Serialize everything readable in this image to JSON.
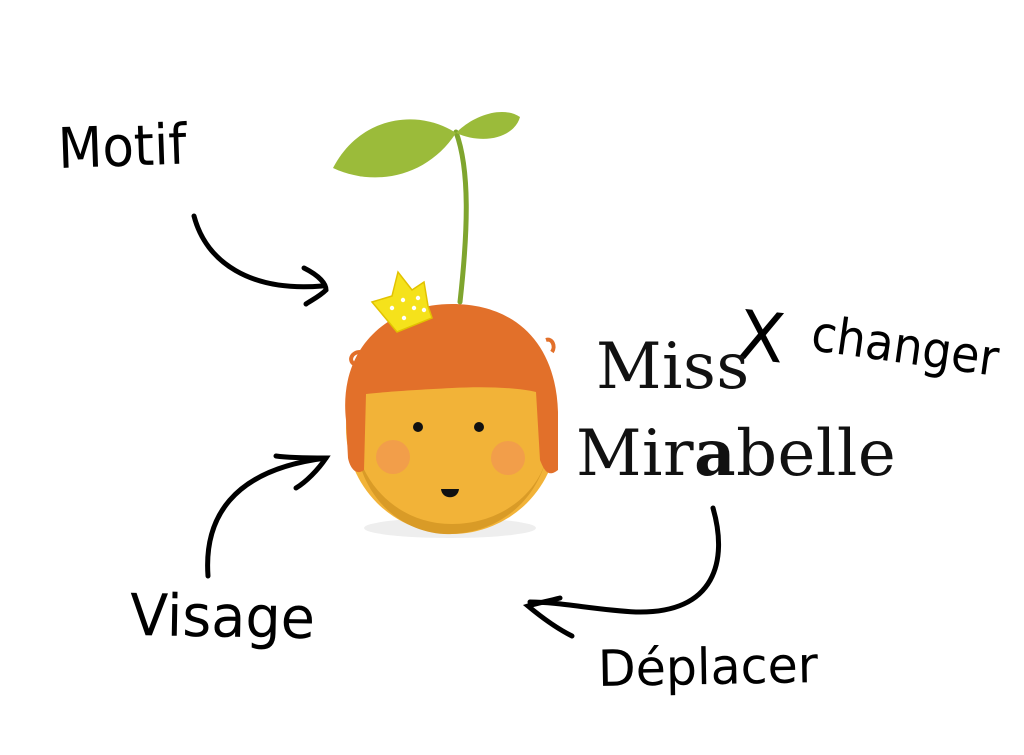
{
  "labels": {
    "motif": "Motif",
    "visage": "Visage",
    "deplacer": "Déplacer",
    "changer": "changer",
    "x_mark": "X"
  },
  "logo": {
    "title_line1": "Miss",
    "title_line2_before": "Mir",
    "title_line2_emph": "a",
    "title_line2_after": "belle"
  },
  "colors": {
    "background": "#ffffff",
    "ink": "#000000",
    "leaf_green": "#9bbb3a",
    "stem_green": "#7fa52e",
    "hair_orange": "#e2702a",
    "face_yellow": "#f2b338",
    "face_shadow": "#d99b27",
    "cheek_pink": "#f28d5a",
    "crown_yellow": "#f5e21b",
    "crown_dots": "#ffffff"
  },
  "icons": {
    "arrow_motif": "curved-arrow-icon",
    "arrow_visage": "curved-arrow-icon",
    "arrow_deplacer": "curved-arrow-icon",
    "mascot": "mirabelle-fruit-character-icon",
    "crown": "crown-icon",
    "leaf": "leaf-icon"
  }
}
